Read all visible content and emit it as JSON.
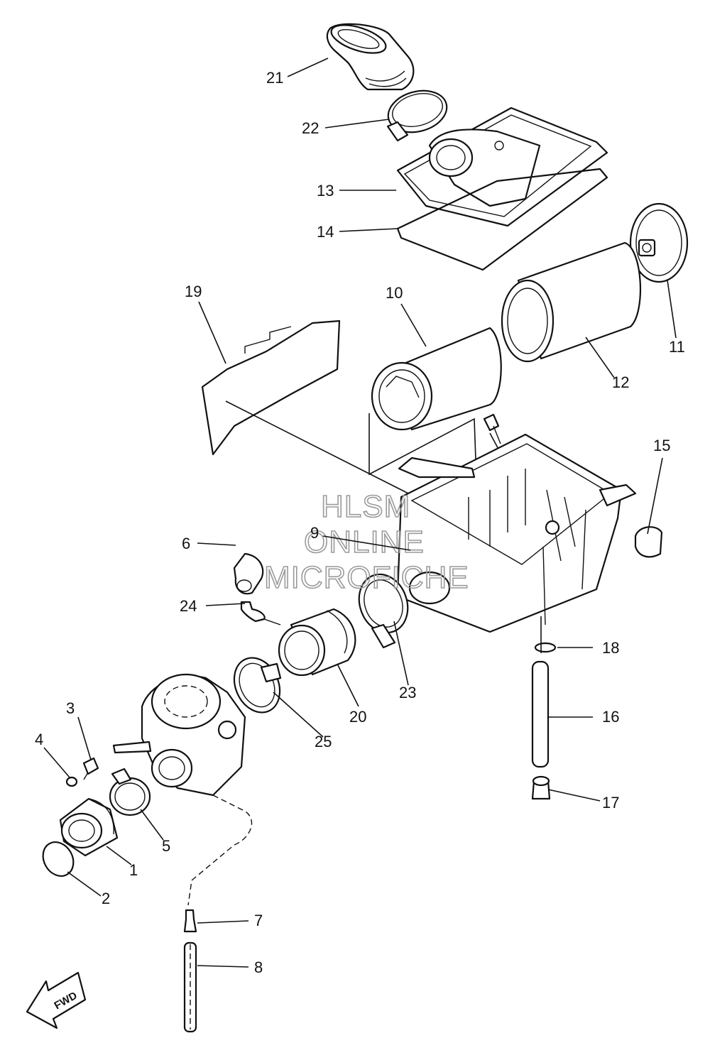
{
  "diagram": {
    "callouts": {
      "c1": "1",
      "c2": "2",
      "c3": "3",
      "c4": "4",
      "c5": "5",
      "c6": "6",
      "c7": "7",
      "c8": "8",
      "c9": "9",
      "c10": "10",
      "c11": "11",
      "c12": "12",
      "c13": "13",
      "c14": "14",
      "c15": "15",
      "c16": "16",
      "c17": "17",
      "c18": "18",
      "c19": "19",
      "c20": "20",
      "c21": "21",
      "c22": "22",
      "c23": "23",
      "c24": "24",
      "c25": "25"
    },
    "watermark": {
      "line1": "HLSM",
      "line2": "ONLINE",
      "line3": "MICROFICHE"
    },
    "fwd_label": "FWD",
    "colors": {
      "ink": "#111111",
      "paper": "#ffffff",
      "watermark": "#9a9a9a"
    }
  }
}
